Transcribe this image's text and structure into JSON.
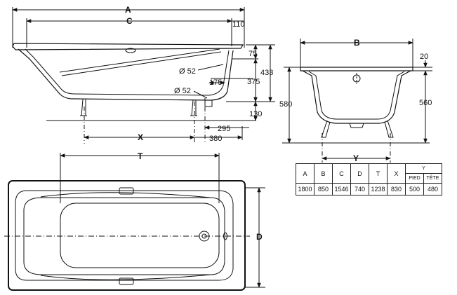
{
  "dims": {
    "A": "A",
    "B": "B",
    "C": "C",
    "D": "D",
    "T": "T",
    "X": "X",
    "Y": "Y",
    "d110": "110",
    "d75": "75",
    "d433": "433",
    "d375": "375",
    "dia52a": "Ø 52",
    "dia52b": "Ø 52",
    "d175": "175",
    "d130": "130",
    "d295": "295",
    "d380": "380",
    "d20": "20",
    "d580": "580",
    "d560": "560"
  },
  "table": {
    "headers": [
      "A",
      "B",
      "C",
      "D",
      "T",
      "X"
    ],
    "y_header": "Y",
    "y_sub": [
      "PIED",
      "TÊTE"
    ],
    "values": [
      "1800",
      "850",
      "1546",
      "740",
      "1238",
      "830",
      "500",
      "480"
    ]
  },
  "colors": {
    "line": "#111111",
    "background": "#ffffff"
  }
}
